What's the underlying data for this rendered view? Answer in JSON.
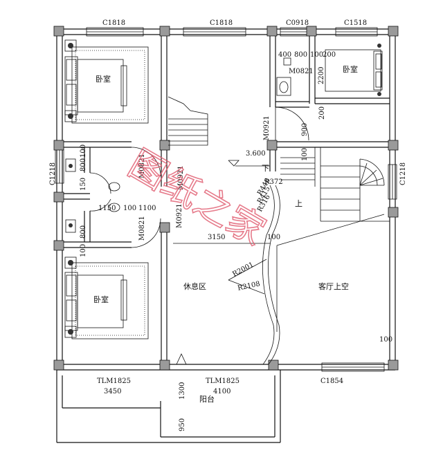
{
  "labels": {
    "c1818_left": "C1818",
    "c1818_mid": "C1818",
    "c0918": "C0918",
    "c1518": "C1518",
    "c1218_left": "C1218",
    "c1218_right": "C1218",
    "dim_400": "400",
    "dim_800_top": "800",
    "dim_100_top": "100",
    "dim_200_top": "200",
    "m0821_top": "M0821",
    "dim_2200": "2200",
    "dim_200_right": "200",
    "m0921_center": "M0921",
    "dim_900": "900",
    "dim_100_stair": "100",
    "elevation": "3.600",
    "down": "下",
    "up": "上",
    "r372": "R372",
    "r448": "R448",
    "r415": "R415",
    "r316": "R316",
    "m0821_mid": "M0821",
    "m0921_left": "M0921",
    "m0921_lower": "M0921",
    "m0821_lower": "M0821",
    "dim_100_wc1": "100",
    "dim_800_wc1": "800",
    "dim_150": "150",
    "dim_800_wc2": "800",
    "dim_100_wc2": "100",
    "dim_1150": "1150",
    "dim_100_mid": "100",
    "dim_1100": "1100",
    "dim_3150": "3150",
    "dim_100_mid2": "100",
    "dim_100_left": "100",
    "r2001": "R2001",
    "r2108": "R2108",
    "dim_100_right": "100",
    "tlm1825_left": "TLM1825",
    "dim_3450": "3450",
    "tlm1825_mid": "TLM1825",
    "dim_4100": "4100",
    "c1854": "C1854",
    "dim_1300": "1300",
    "dim_950": "950"
  },
  "rooms": {
    "bedroom_top_left": "卧室",
    "bedroom_top_right": "卧室",
    "bedroom_bottom_left": "卧室",
    "lounge": "休息区",
    "living_void": "客厅上空",
    "balcony": "阳台"
  },
  "watermark": "图纸之家",
  "colors": {
    "wall": "#111111",
    "column": "#9a9a9a",
    "watermark": "#e05a6e"
  }
}
